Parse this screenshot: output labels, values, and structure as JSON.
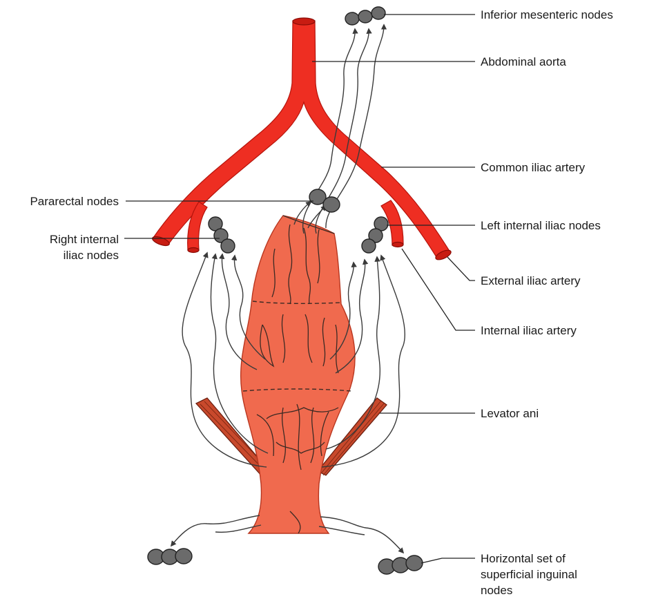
{
  "labels": {
    "inferior_mesenteric_nodes": "Inferior mesenteric nodes",
    "abdominal_aorta": "Abdominal aorta",
    "common_iliac_artery": "Common iliac artery",
    "pararectal_nodes": "Pararectal nodes",
    "right_internal_iliac_nodes_line1": "Right internal",
    "right_internal_iliac_nodes_line2": "iliac nodes",
    "left_internal_iliac_nodes": "Left internal iliac nodes",
    "external_iliac_artery": "External iliac artery",
    "internal_iliac_artery": "Internal iliac artery",
    "levator_ani": "Levator ani",
    "superficial_inguinal_line1": "Horizontal set of",
    "superficial_inguinal_line2": "superficial inguinal",
    "superficial_inguinal_line3": "nodes"
  },
  "colors": {
    "artery": "#ee2e22",
    "rectum": "#f06a4e",
    "lymph_node": "#6b6b6b",
    "muscle": "#c8492c"
  }
}
